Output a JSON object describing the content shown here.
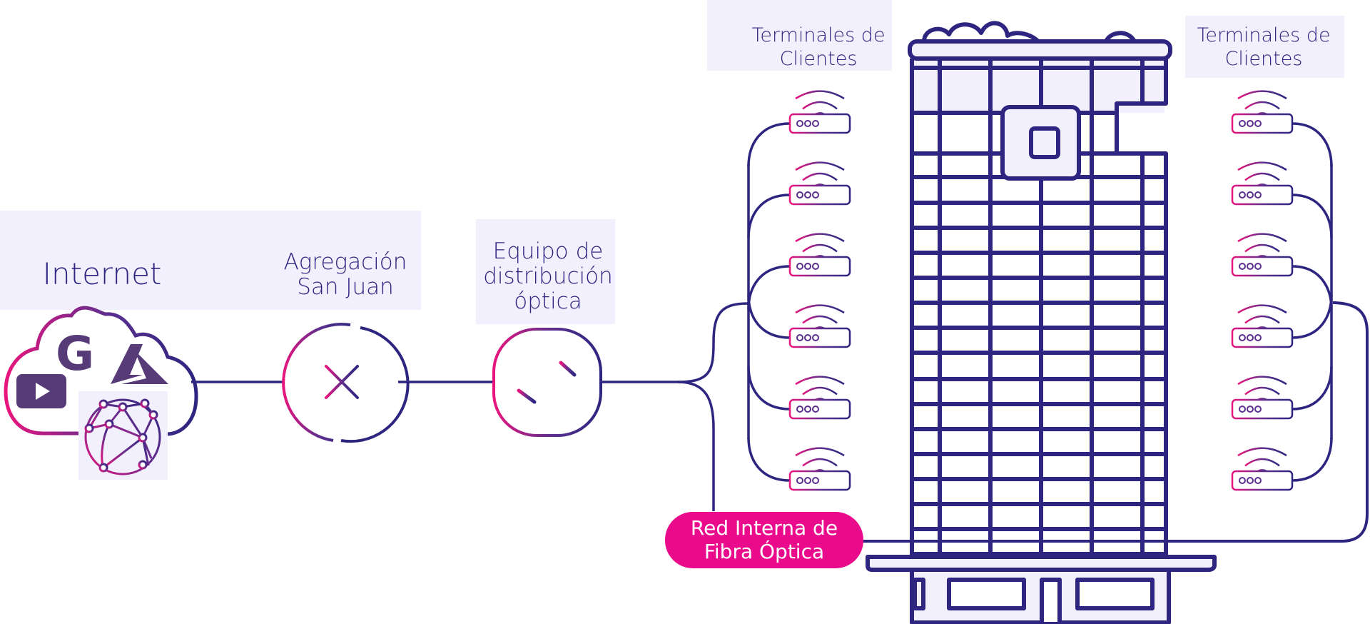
{
  "colors": {
    "primary": "#2e2580",
    "accent": "#e8157e",
    "panel_bg": "#f1f0fc",
    "icon_fill": "#573a78",
    "pill": "#ea0a8c"
  },
  "nodes": {
    "internet": {
      "label": "Internet",
      "icons": [
        "youtube-icon",
        "google-icon",
        "azure-icon",
        "globe-network-icon"
      ]
    },
    "aggregation": {
      "label_line1": "Agregación",
      "label_line2": "San Juan",
      "icon": "cross-icon"
    },
    "distribution": {
      "label_line1": "Equipo de",
      "label_line2": "distribución",
      "label_line3": "óptica",
      "icon": "swap-arrows-icon"
    },
    "terminals_left": {
      "label_line1": "Terminales de",
      "label_line2": "Clientes",
      "router_count": 6
    },
    "terminals_right": {
      "label_line1": "Terminales de",
      "label_line2": "Clientes",
      "router_count": 6
    },
    "fiber_network": {
      "label_line1": "Red Interna de",
      "label_line2": "Fibra Óptica"
    },
    "building": {
      "icon": "building-icon"
    }
  }
}
